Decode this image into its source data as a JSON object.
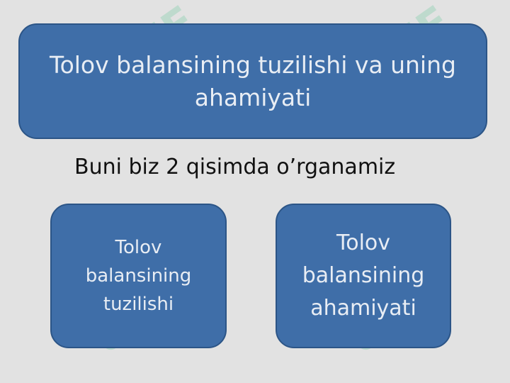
{
  "slide": {
    "title": "Tolov balansining tuzilishi va uning ahamiyati",
    "subtitle": "Buni biz 2 qisimda o’rganamiz",
    "left_box": "Tolov balansining tuzilishi",
    "right_box": "Tolov balansining ahamiyati"
  },
  "watermark": {
    "text": "OFF",
    "icon": "logo-mark-icon"
  },
  "colors": {
    "background": "#e2e2e2",
    "box_fill": "#3f6ea8",
    "box_text": "#e8edf4",
    "subtitle_text": "#111111",
    "watermark": "#b8e0cc"
  }
}
